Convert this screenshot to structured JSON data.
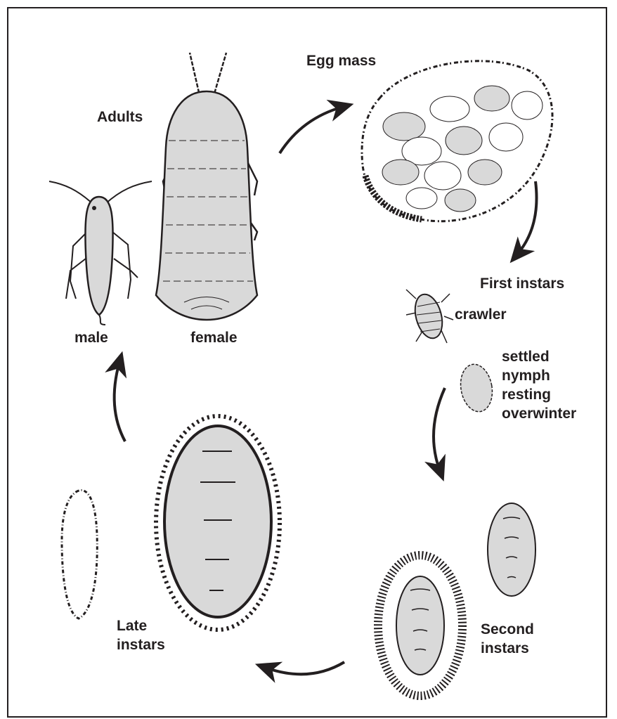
{
  "labels": {
    "adults": "Adults",
    "male": "male",
    "female": "female",
    "egg_mass": "Egg mass",
    "first_instars": "First instars",
    "crawler": "crawler",
    "settled_lines": [
      "settled",
      "nymph",
      "resting",
      "overwinter"
    ],
    "second_instars_lines": [
      "Second",
      "instars"
    ],
    "late_instars_lines": [
      "Late",
      "instars"
    ]
  },
  "colors": {
    "ink": "#231f20",
    "body_fill": "#d9d9d9",
    "background": "#ffffff"
  }
}
